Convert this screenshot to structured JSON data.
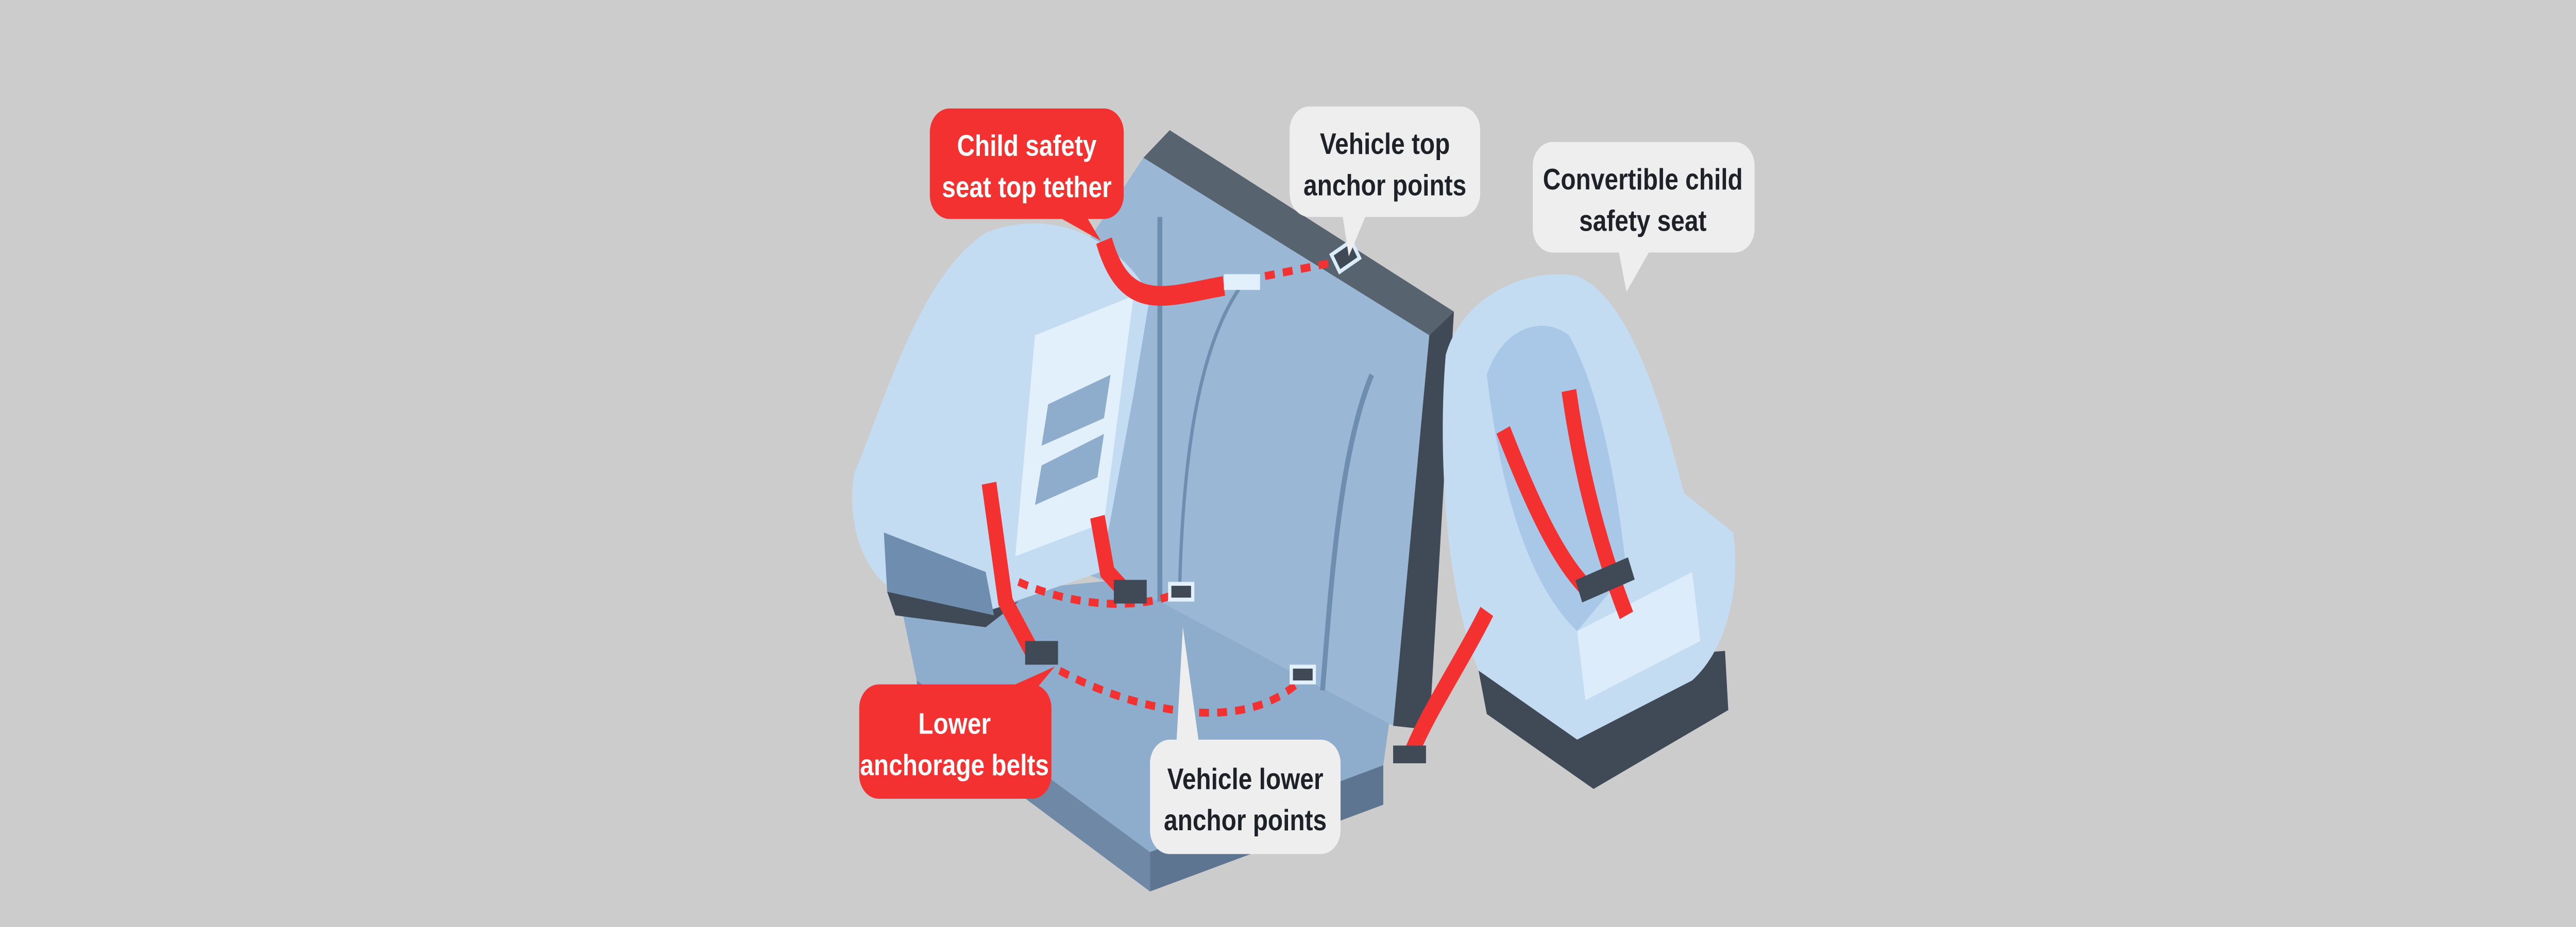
{
  "colors": {
    "background": "#cccccc",
    "accent_red": "#f33131",
    "callout_gray": "#eeeeee",
    "callout_text": "#1e2128",
    "seat_blue": "#9ab8d6",
    "seat_dark": "#57636f",
    "child_seat_light": "#c3dcf2"
  },
  "callouts": {
    "top_tether": {
      "line1": "Child safety",
      "line2": "seat top tether"
    },
    "top_anchor": {
      "line1": "Vehicle top",
      "line2": "anchor points"
    },
    "convertible": {
      "line1": "Convertible child",
      "line2": "safety seat"
    },
    "lower_belts": {
      "line1": "Lower",
      "line2": "anchorage belts"
    },
    "lower_anchor": {
      "line1": "Vehicle lower",
      "line2": "anchor points"
    }
  }
}
